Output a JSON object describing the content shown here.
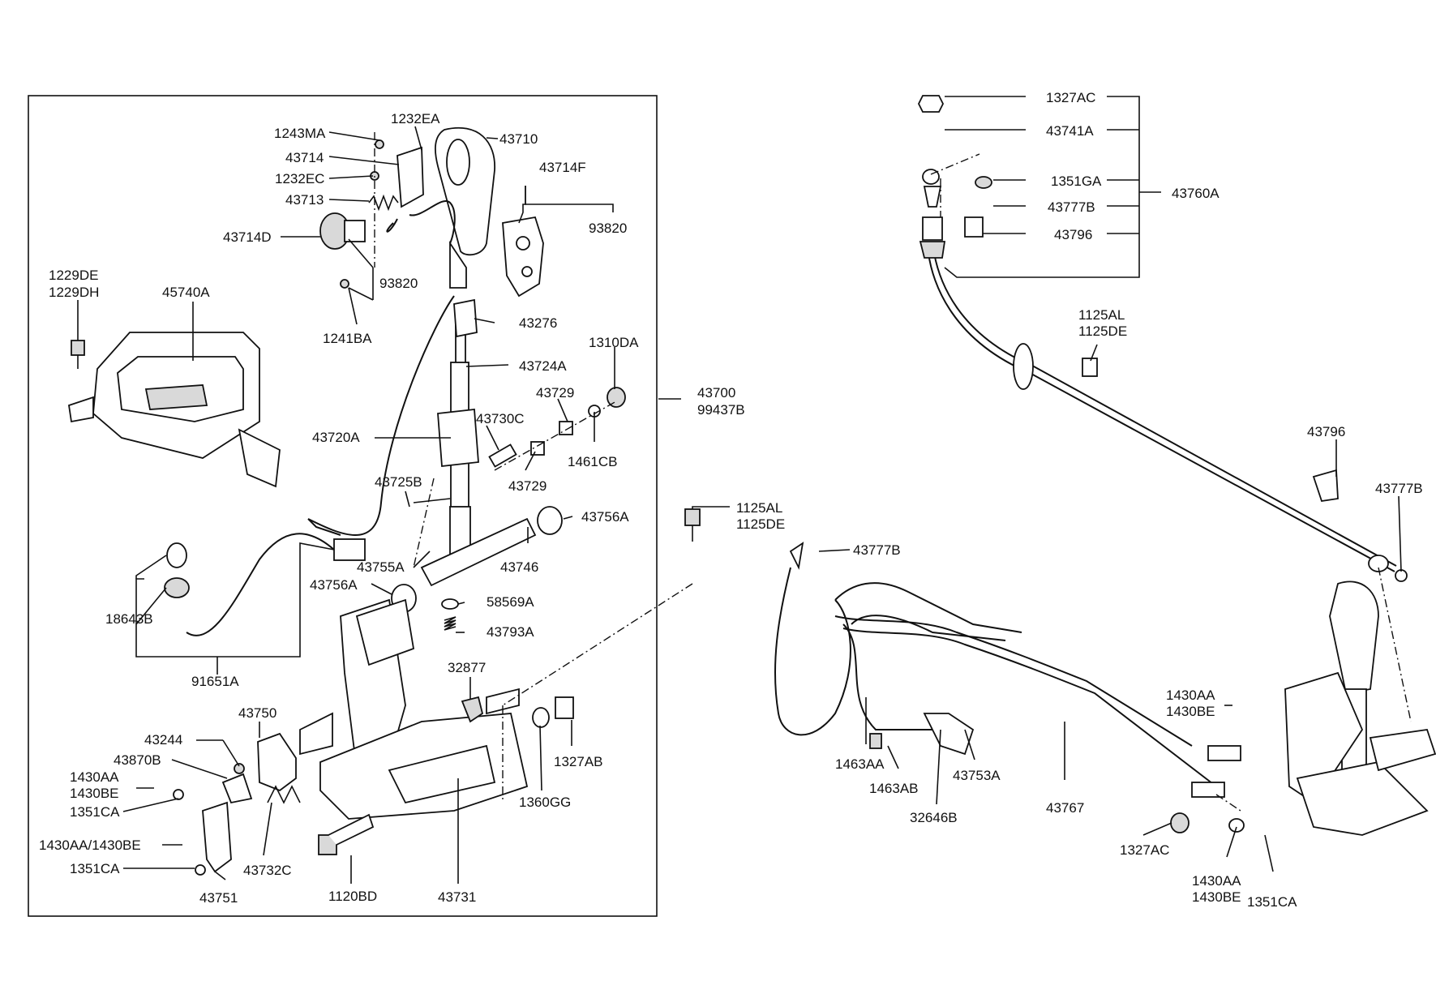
{
  "labels": {
    "l1243MA": "1243MA",
    "l1232EA": "1232EA",
    "l43710": "43710",
    "l43714": "43714",
    "l1232EC": "1232EC",
    "l43714F": "43714F",
    "l43713": "43713",
    "l43714D": "43714D",
    "l93820a": "93820",
    "l93820b": "93820",
    "l1229DE": "1229DE",
    "l1229DH": "1229DH",
    "l45740A": "45740A",
    "l1241BA": "1241BA",
    "l43276": "43276",
    "l1310DA": "1310DA",
    "l43724A": "43724A",
    "l43729a": "43729",
    "l43700": "43700",
    "l99437B": "99437B",
    "l43720A": "43720A",
    "l43730C": "43730C",
    "l1461CB": "1461CB",
    "l43725B": "43725B",
    "l43729b": "43729",
    "l43756A_r": "43756A",
    "l43746": "43746",
    "l43755A": "43755A",
    "l43756A_l": "43756A",
    "l58569A": "58569A",
    "l18643B": "18643B",
    "l43793A": "43793A",
    "l91651A": "91651A",
    "l32877": "32877",
    "l43750": "43750",
    "l43244": "43244",
    "l43870B": "43870B",
    "l1430AA_1": "1430AA",
    "l1430BE_1": "1430BE",
    "l1327AB": "1327AB",
    "l1351CA_1": "1351CA",
    "l1360GG": "1360GG",
    "l1430AA_1430BE": "1430AA/1430BE",
    "l1351CA_2": "1351CA",
    "l43732C": "43732C",
    "l43751": "43751",
    "l1120BD": "1120BD",
    "l43731": "43731",
    "l1125AL_c": "1125AL",
    "l1125DE_c": "1125DE",
    "l1327AC_t": "1327AC",
    "l43741A": "43741A",
    "l1351GA": "1351GA",
    "l43760A": "43760A",
    "l43777B_t": "43777B",
    "l43796_t": "43796",
    "l1125AL_r": "1125AL",
    "l1125DE_r": "1125DE",
    "l43796_r": "43796",
    "l43777B_r": "43777B",
    "l43777B_m": "43777B",
    "l1430AA_2": "1430AA",
    "l1430BE_2": "1430BE",
    "l1463AA": "1463AA",
    "l43753A": "43753A",
    "l1463AB": "1463AB",
    "l43767": "43767",
    "l32646B": "32646B",
    "l1327AC_b": "1327AC",
    "l1430AA_3": "1430AA",
    "l1430BE_3": "1430BE",
    "l1351CA_3": "1351CA"
  }
}
